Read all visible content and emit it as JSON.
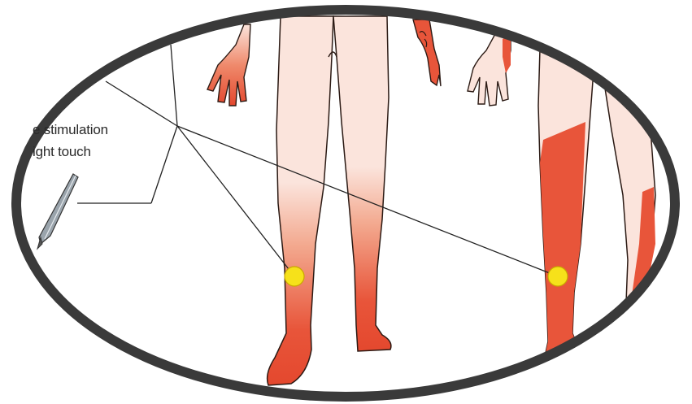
{
  "labels": {
    "stimulation": "e stimulation",
    "touch": "ight touch"
  },
  "icons": {
    "probe": "needle-probe-icon",
    "marker": "stimulation-point-marker"
  },
  "colors": {
    "skin_light": "#fbe4dc",
    "affected_red": "#e8553a",
    "marker_yellow": "#f6e11a",
    "frame": "#3a3a3a",
    "outline": "#2b1a14"
  }
}
